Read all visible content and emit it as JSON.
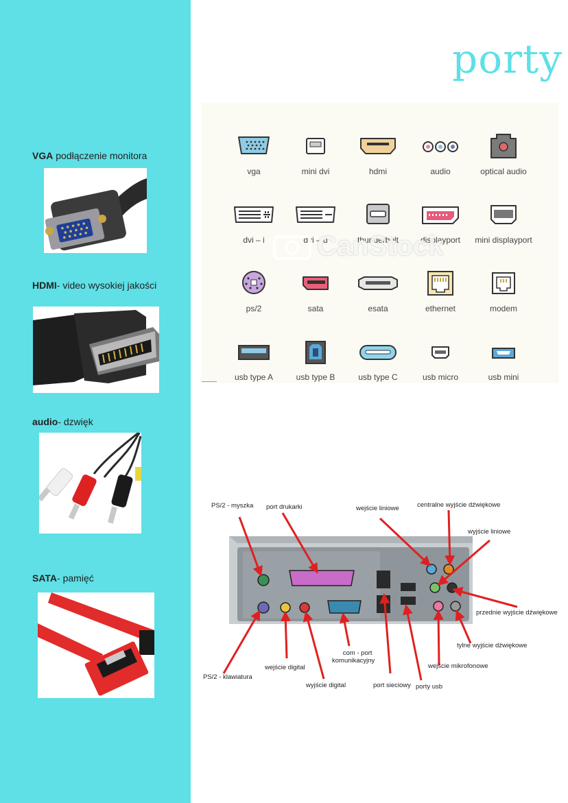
{
  "title": "porty",
  "sidebar": {
    "items": [
      {
        "bold": "VGA",
        "rest": " podłączenie monitora",
        "icon": "vga-connector-photo"
      },
      {
        "bold": "HDMI",
        "rest": "- video wysokiej jakości",
        "icon": "hdmi-connector-photo"
      },
      {
        "bold": "audio",
        "rest": "- dzwięk",
        "icon": "rca-audio-cable-photo"
      },
      {
        "bold": "SATA",
        "rest": "- pamięć",
        "icon": "sata-cable-photo"
      }
    ]
  },
  "ports": {
    "watermark": "CanStock",
    "labels": [
      "vga",
      "mini dvi",
      "hdmi",
      "audio",
      "optical audio",
      "dvi – i",
      "dvi – d",
      "thunderbolt",
      "displayport",
      "mini displayport",
      "ps/2",
      "sata",
      "esata",
      "ethernet",
      "modem",
      "usb type A",
      "usb type B",
      "usb type C",
      "usb micro",
      "usb mini"
    ]
  },
  "diagram": {
    "labels": {
      "ps2_mouse": "PS/2 - myszka",
      "printer": "port drukarki",
      "line_in": "wejście liniowe",
      "center_out": "centralne wyjście dźwiękowe",
      "line_out": "wyjście liniowe",
      "front_out": "przednie wyjście dźwiękowe",
      "rear_out": "tylne wyjście dźwiękowe",
      "mic_in": "wejście mikrofonowe",
      "usb": "porty usb",
      "network": "port sieciowy",
      "digital_out": "wyjście digital",
      "com_line1": "com - port",
      "com_line2": "komunikacyjny",
      "digital_in": "wejście digital",
      "ps2_keyboard": "PS/2 - klawiatura"
    }
  },
  "colors": {
    "accent": "#5ee0e6",
    "arrow": "#e02020"
  }
}
